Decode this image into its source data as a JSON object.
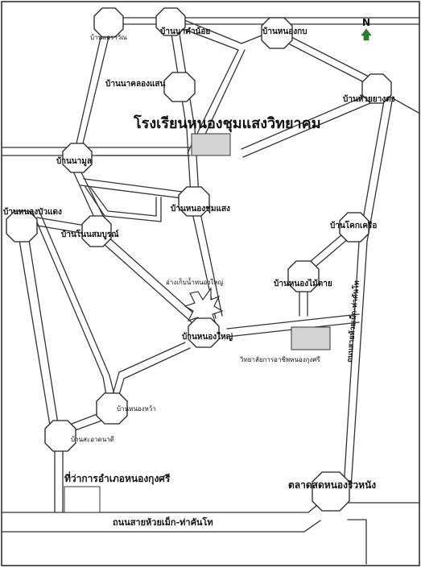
{
  "compass": {
    "letter": "N",
    "arrow_color": "#2e7d32"
  },
  "school_title": "โรงเรียนหนองชุมแสงวิทยาคม",
  "reservoir_label": "อ่างเก็บน้ำหนองใหญ่",
  "college_label": "วิทยาลัยการอาชีพหนองกุงศรี",
  "district_office_label": "ที่ว่าการอำเภอหนองกุงศรี",
  "market_label": "ตลาดสดหนองริวหนัง",
  "road_main_label": "ถนนสายห้วยเม็ก-ท่าคันโท",
  "road_vertical_label": "ถนนสายห้วยเม็ก-ท่าคันโท",
  "villages": [
    {
      "label": "บ้านแอราวัณ"
    },
    {
      "label": "บ้านนาคำน้อย"
    },
    {
      "label": "บ้านหนองกบ"
    },
    {
      "label": "บ้านนาคลองแสน"
    },
    {
      "label": "บ้านห้วยยางดง"
    },
    {
      "label": "บ้านนามูล"
    },
    {
      "label": "บ้านหนองชุมแสง"
    },
    {
      "label": "บ้านหนองบัวแดง"
    },
    {
      "label": "บ้านโนนสมบูรณ์"
    },
    {
      "label": "บ้านโคกเครือ"
    },
    {
      "label": "บ้านหนองไม้ตาย"
    },
    {
      "label": "บ้านหนองใหญ่"
    },
    {
      "label": "บ้านหนองหว้า"
    },
    {
      "label": "บ้านสะอาดนาดี"
    }
  ]
}
